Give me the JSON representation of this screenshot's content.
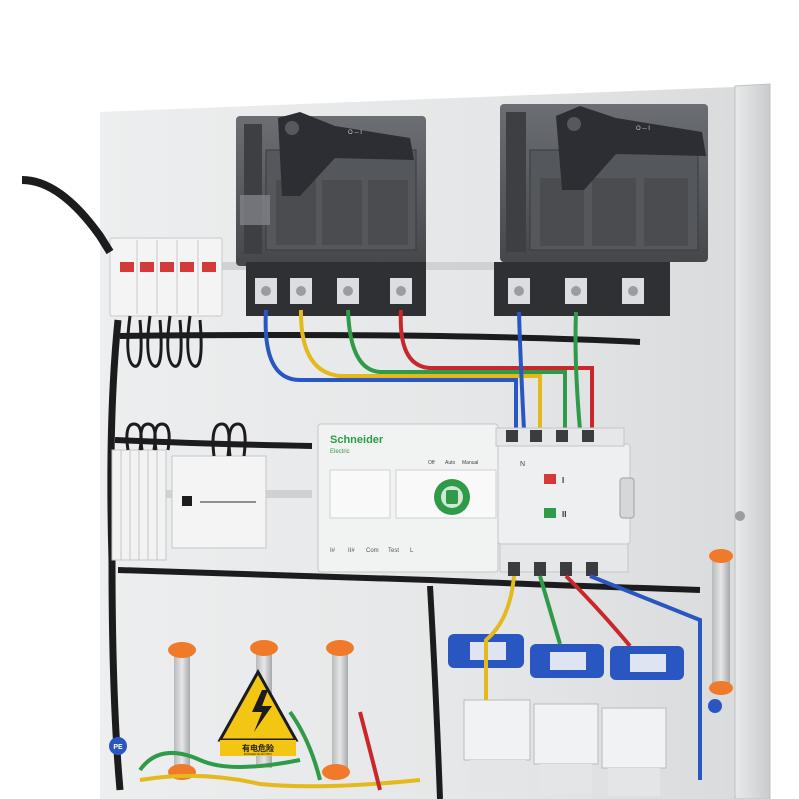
{
  "ats": {
    "brand": "Schneider",
    "brand_sub": "Electric",
    "status_labels": [
      "Off",
      "Auto",
      "Manual",
      "N"
    ],
    "source_1_label": "I",
    "source_2_label": "II",
    "bottom_labels": [
      "I#",
      "II#",
      "Com",
      "Test",
      "L"
    ]
  },
  "warning_sign": {
    "title": "有电危险",
    "subtitle": "DANGER ELECTRIC"
  },
  "pe_label": "PE",
  "colors": {
    "panel": "#e6e7e8",
    "breaker": "#5a5c60",
    "handle": "#2c2e33",
    "wire_yellow": "#e3b91b",
    "wire_green": "#2f9a47",
    "wire_red": "#c8282a",
    "wire_blue": "#2a56c2",
    "copper": "#c98a4b",
    "warning_yellow": "#f3c614"
  }
}
